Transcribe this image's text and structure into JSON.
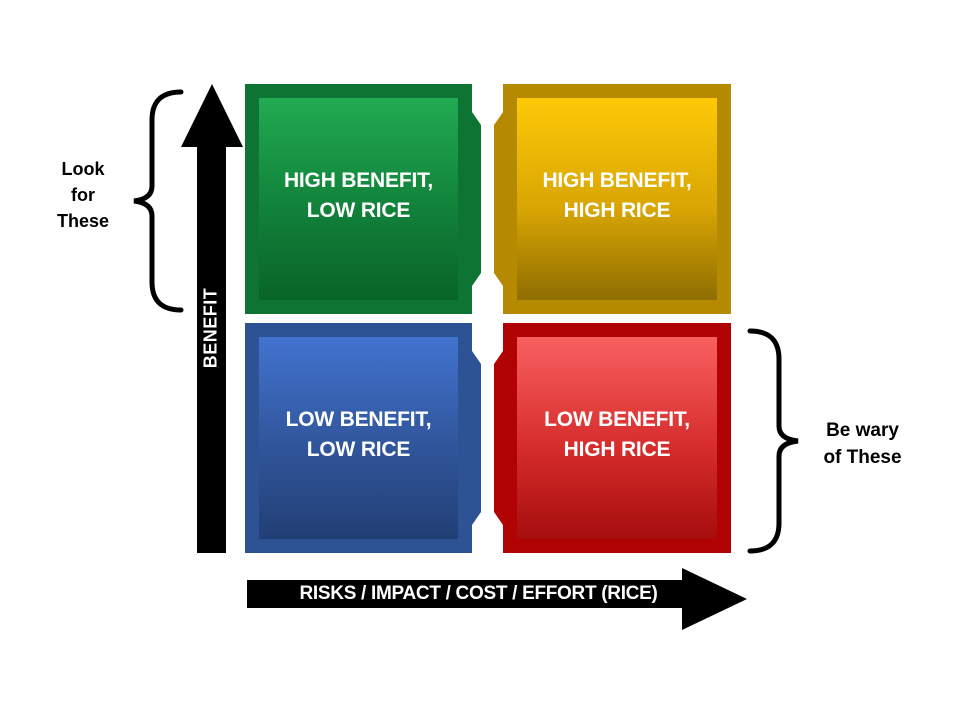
{
  "diagram": {
    "background": "#ffffff",
    "arrow_color": "#000000",
    "annotation_text_color": "#000000",
    "y_axis": {
      "label": "BENEFIT",
      "text_color": "#ffffff"
    },
    "x_axis": {
      "label": "RISKS / IMPACT / COST / EFFORT (RICE)",
      "text_color": "#ffffff"
    },
    "annotations": {
      "left": {
        "lines": [
          "Look",
          "for",
          "These"
        ]
      },
      "right": {
        "lines": [
          "Be wary",
          "of These"
        ]
      }
    },
    "quadrants": [
      {
        "name": "high-benefit-low-rice",
        "position": "top-left",
        "line1": "HIGH BENEFIT,",
        "line2": "LOW RICE",
        "border_color": "#0d7433",
        "gradient_top": "#21ab52",
        "gradient_mid": "#11813a",
        "gradient_bottom": "#096428",
        "text_color": "#ffffff"
      },
      {
        "name": "high-benefit-high-rice",
        "position": "top-right",
        "line1": "HIGH BENEFIT,",
        "line2": "HIGH RICE",
        "border_color": "#b68a00",
        "gradient_top": "#fec907",
        "gradient_mid": "#d8a503",
        "gradient_bottom": "#8f6e02",
        "text_color": "#ffffff"
      },
      {
        "name": "low-benefit-low-rice",
        "position": "bottom-left",
        "line1": "LOW BENEFIT,",
        "line2": "LOW RICE",
        "border_color": "#2e5394",
        "gradient_top": "#4273cf",
        "gradient_mid": "#30559a",
        "gradient_bottom": "#223f75",
        "text_color": "#ffffff"
      },
      {
        "name": "low-benefit-high-rice",
        "position": "bottom-right",
        "line1": "LOW BENEFIT,",
        "line2": "HIGH RICE",
        "border_color": "#b10303",
        "gradient_top": "#f96060",
        "gradient_mid": "#d62c2c",
        "gradient_bottom": "#a60d0d",
        "text_color": "#ffffff"
      }
    ]
  }
}
